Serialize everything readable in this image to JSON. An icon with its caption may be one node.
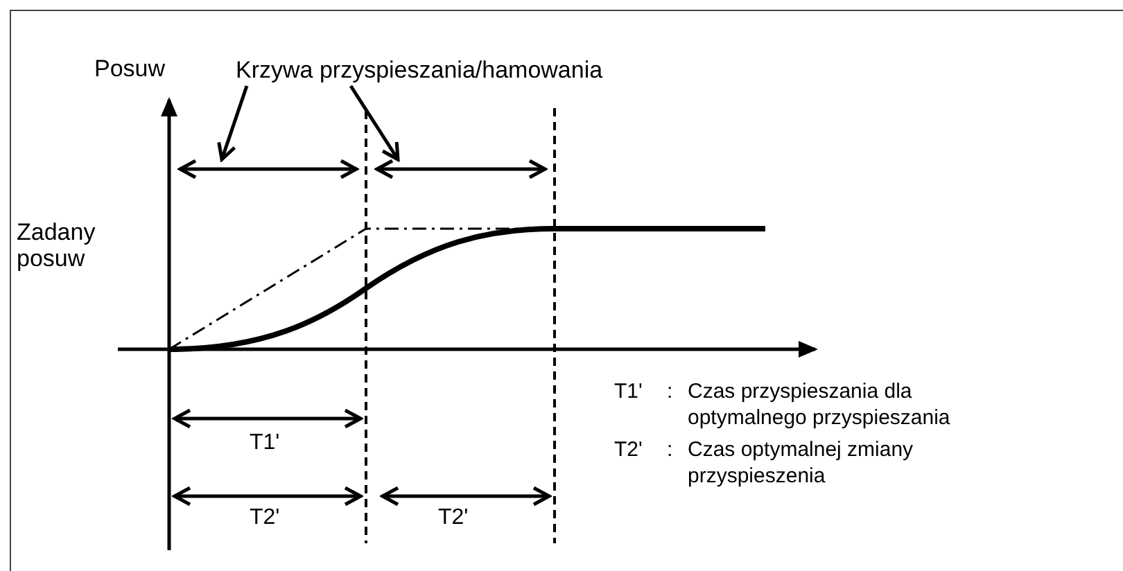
{
  "diagram": {
    "nodes": [
      {
        "text": [
          "Krzywa przyspieszania/hamowania"
        ]
      },
      {
        "text": [],
        "shape": "line"
      },
      {
        "text": [],
        "shape": "line"
      }
    ],
    "edges": [
      {
        "from": 0,
        "to": 1,
        "arrow": "to"
      },
      {
        "from": 0,
        "to": 2,
        "arrow": "to"
      }
    ],
    "labels": [
      "Posuw",
      "Zadany posuw",
      "T1'",
      "T2'",
      "T2'",
      "T1'",
      ":",
      "Czas przyspieszania dla optymalnego przyspieszania",
      "T2'",
      ":",
      "Czas optymalnej zmiany przyspieszenia"
    ]
  }
}
